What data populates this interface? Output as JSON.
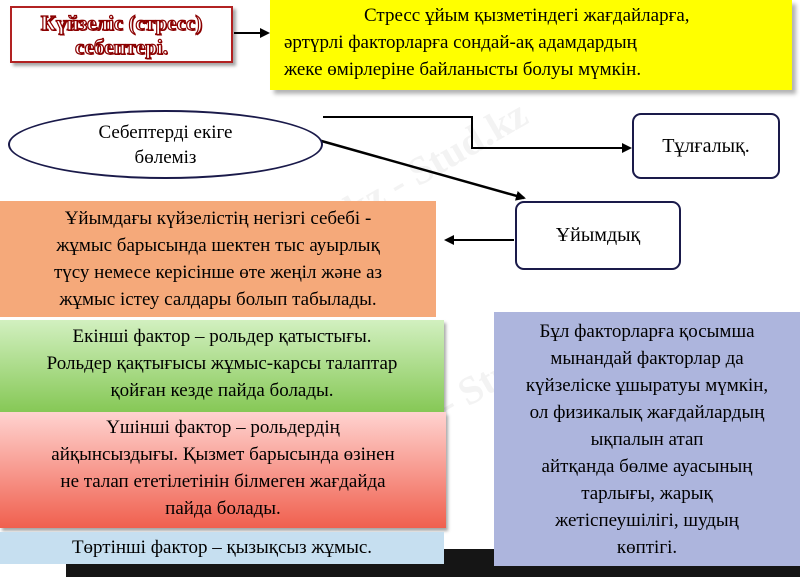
{
  "title": {
    "line1": "Күйзеліс (стресс)",
    "line2": "себептері."
  },
  "intro": {
    "line1": "Стресс ұйым қызметіндегі жағдайларға,",
    "line2": "әртүрлі факторларға сондай-ақ адамдардың",
    "line3": "жеке  өмірлеріне байланысты болуы мүмкін."
  },
  "split": {
    "line1": "Себептерді екіге",
    "line2": "бөлеміз"
  },
  "personal": "Тұлғалық.",
  "organizational": "Ұйымдық",
  "main_cause": {
    "line1": "Ұйымдағы күйзелістің негізгі себебі -",
    "line2": "жұмыс барысында шектен тыс ауырлық",
    "line3": "түсу немесе керісінше өте жеңіл және аз",
    "line4": "жұмыс істеу салдары болып табылады."
  },
  "factor2": {
    "line1": "Екінші фактор – рольдер қатыстығы.",
    "line2": "Рольдер қақтығысы жұмыс-карсы талаптар",
    "line3": "қойған кезде пайда болады."
  },
  "factor3": {
    "line1": "Үшінші фактор – рольдердің",
    "line2": "айқынсыздығы. Қызмет барысында өзінен",
    "line3": "не талап ететілетінін білмеген жағдайда",
    "line4": "пайда болады."
  },
  "factor4": "Төртінші фактор – қызықсыз жұмыс.",
  "additional": {
    "line1": "Бұл факторларға қосымша",
    "line2": "мынандай факторлар да",
    "line3": "күйзеліске ұшыратуы мүмкін,",
    "line4": "ол физикалық жағдайлардың",
    "line5": "ықпалын атап",
    "line6": "айтқанда  бөлме ауасының",
    "line7": "тарлығы, жарық",
    "line8": "жетіспеушілігі, шудың",
    "line9": "көптігі."
  },
  "watermark": "Stud.kz - Stud.kz",
  "colors": {
    "title_border": "#b22222",
    "intro_bg": "#ffff00",
    "main_cause_bg": "#f5a97a",
    "factor2_bg": "#86c856",
    "factor3_bg": "#f0604e",
    "factor4_bg": "#c6dff0",
    "additional_bg": "#adb5dd"
  }
}
